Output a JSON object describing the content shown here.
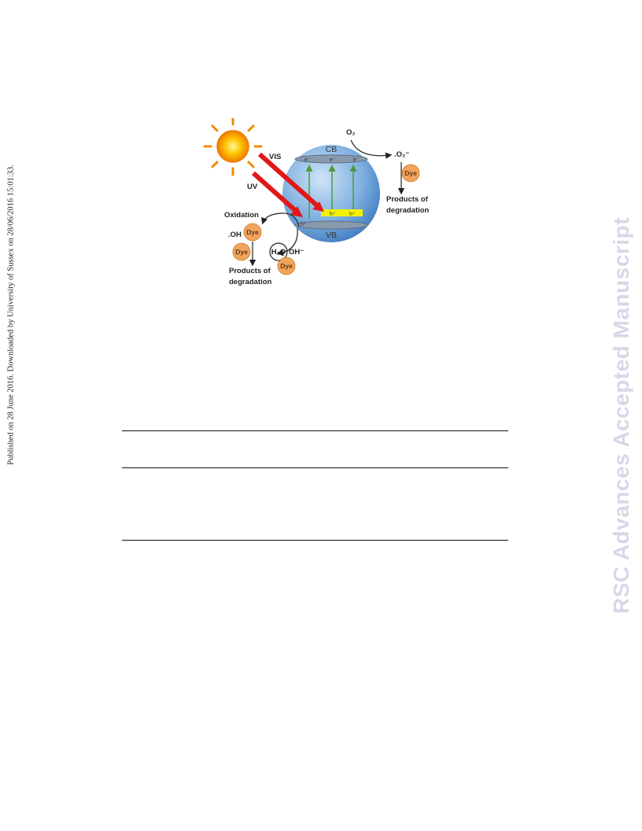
{
  "side_note": "Published on 28 June 2016. Downloaded by University of Sussex on 28/06/2016 15:01:33.",
  "watermark": "RSC Advances Accepted Manuscript",
  "figure": {
    "cb_label": "CB",
    "vb_label": "VB",
    "vis_label": "VIS",
    "uv_label": "UV",
    "o2_label": "O₂",
    "o2_radical_label": ".O₂⁻",
    "electron_label": "e⁻",
    "hole_label": "h⁺",
    "oxidation_label": "Oxidation",
    "oh_radical_label": ".OH",
    "h2o_label": "H₂O",
    "oh_ion_label": "OH⁻",
    "dye_label": "Dye",
    "products_line1": "Products of",
    "products_line2": "degradation",
    "colors": {
      "sphere": "#7fb0e0",
      "arrow_red": "#e01818",
      "hole_band": "#f5f000",
      "excite_arrow": "#4f9a3a",
      "sun": "#f7a800",
      "dye": "#f3a45c"
    }
  }
}
